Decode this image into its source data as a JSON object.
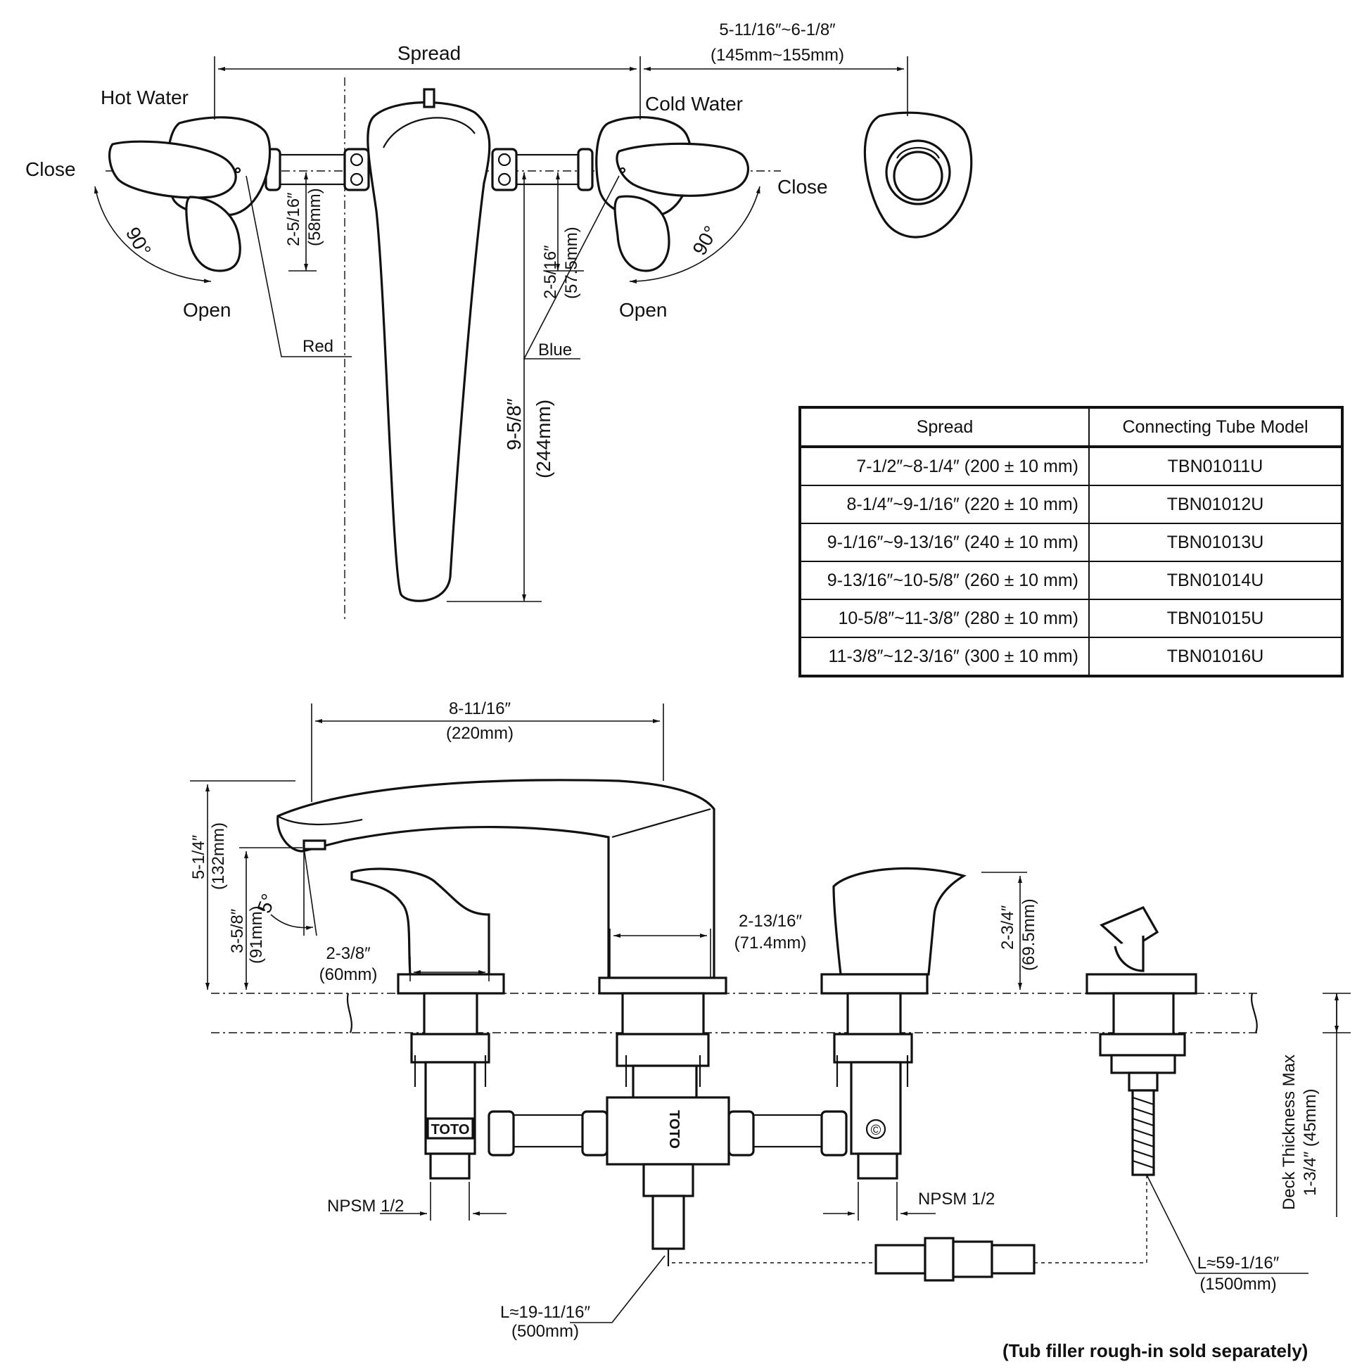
{
  "top_view": {
    "spread_label": "Spread",
    "width_range_in": "5-11/16″~6-1/8″",
    "width_range_mm": "(145mm~155mm)",
    "hot_water": "Hot Water",
    "cold_water": "Cold Water",
    "close_left": "Close",
    "close_right": "Close",
    "open_left": "Open",
    "open_right": "Open",
    "angle_left": "90°",
    "angle_right": "90°",
    "hot_height_in": "2-5/16″",
    "hot_height_mm": "(58mm)",
    "cold_height_in": "2-5/16″",
    "cold_height_mm": "(57.5mm)",
    "red_label": "Red",
    "blue_label": "Blue",
    "spout_length_in": "9-5/8″",
    "spout_length_mm": "(244mm)"
  },
  "table": {
    "headers": [
      "Spread",
      "Connecting Tube Model"
    ],
    "rows": [
      {
        "spread": "7-1/2″~8-1/4″ (200 ± 10 mm)",
        "model": "TBN01011U"
      },
      {
        "spread": "8-1/4″~9-1/16″ (220 ± 10 mm)",
        "model": "TBN01012U"
      },
      {
        "spread": "9-1/16″~9-13/16″ (240 ± 10 mm)",
        "model": "TBN01013U"
      },
      {
        "spread": "9-13/16″~10-5/8″ (260 ± 10 mm)",
        "model": "TBN01014U"
      },
      {
        "spread": "10-5/8″~11-3/8″ (280 ± 10 mm)",
        "model": "TBN01015U"
      },
      {
        "spread": "11-3/8″~12-3/16″ (300 ± 10 mm)",
        "model": "TBN01016U"
      }
    ]
  },
  "side_view": {
    "spout_reach_in": "8-11/16″",
    "spout_reach_mm": "(220mm)",
    "total_height_in": "5-1/4″",
    "total_height_mm": "(132mm)",
    "outlet_height_in": "3-5/8″",
    "outlet_height_mm": "(91mm)",
    "angle": "5°",
    "handle_base_in": "2-3/8″",
    "handle_base_mm": "(60mm)",
    "spout_base_in": "2-13/16″",
    "spout_base_mm": "(71.4mm)",
    "handle_height_in": "2-3/4″",
    "handle_height_mm": "(69.5mm)",
    "deck_max_label": "Deck Thickness Max",
    "deck_max_value": "1-3/4″ (45mm)",
    "npsm_left": "NPSM 1/2",
    "npsm_right": "NPSM 1/2",
    "hose_in": "L≈19-11/16″",
    "hose_mm": "(500mm)",
    "hand_hose_in": "L≈59-1/16″",
    "hand_hose_mm": "(1500mm)",
    "brand": "TOTO",
    "brand_vertical": "TOTO",
    "copyright_mark": "©"
  },
  "footnote": "(Tub filler rough-in sold separately)"
}
